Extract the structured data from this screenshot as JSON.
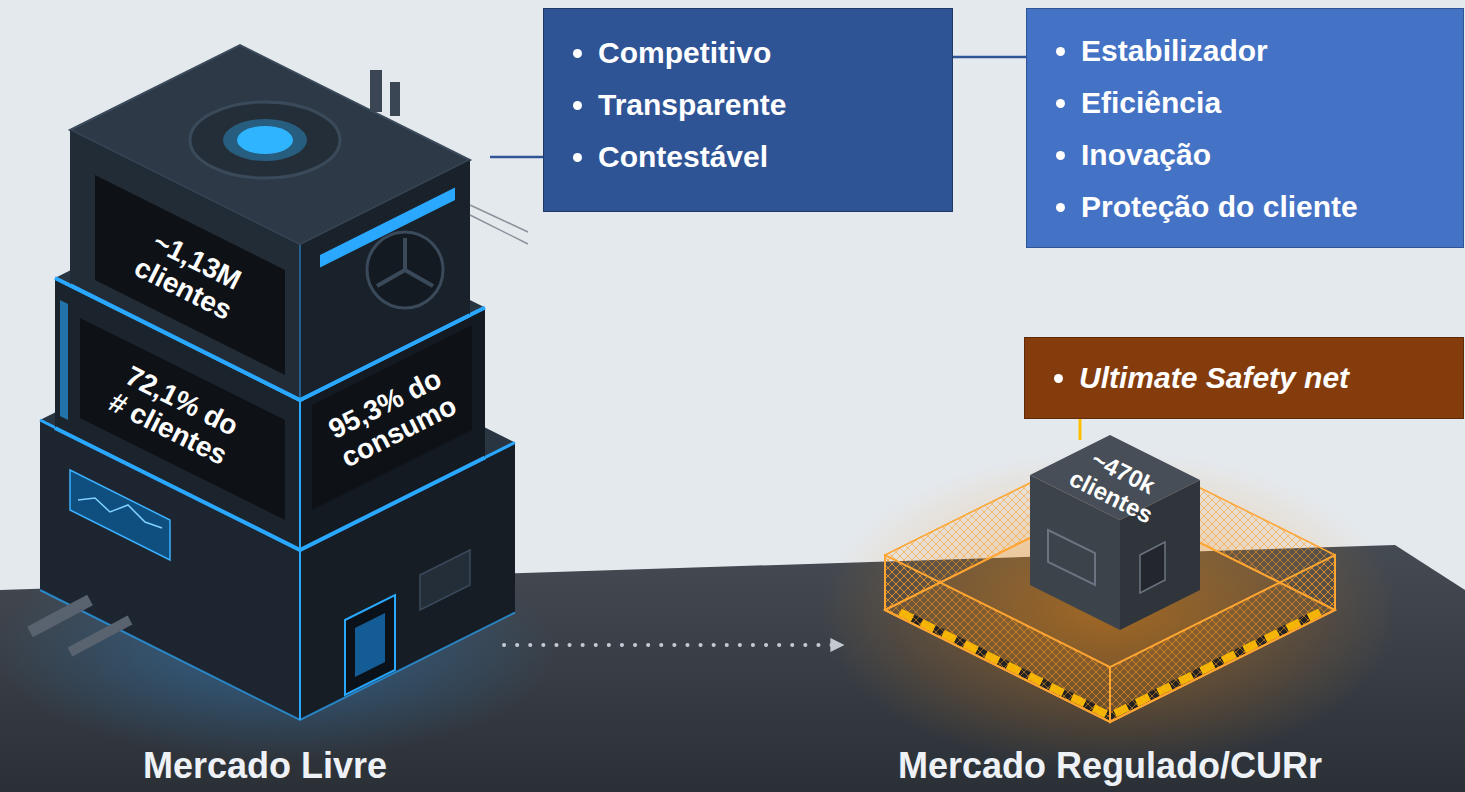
{
  "diagram": {
    "nodes": [
      {
        "text": [
          "Competitivo",
          "Transparente",
          "Contestável"
        ]
      },
      {
        "text": [
          "Estabilizador",
          "Eficiência",
          "Inovação",
          "Proteção do cliente"
        ]
      },
      {
        "text": [
          "~1,13M clientes",
          "72,1% do # clientes",
          "95,3% do consumo",
          "Mercado Livre"
        ]
      },
      {
        "text": [
          "Ultimate Safety net"
        ]
      },
      {
        "text": [
          "~470k clientes",
          "Mercado Regulado/CURr"
        ]
      }
    ],
    "edges": [
      {
        "from": 2,
        "to": 0,
        "arrow": "none"
      },
      {
        "from": 0,
        "to": 1,
        "arrow": "none"
      },
      {
        "from": 3,
        "to": 4,
        "arrow": "none"
      },
      {
        "from": 2,
        "to": 4,
        "arrow": "to"
      }
    ]
  }
}
